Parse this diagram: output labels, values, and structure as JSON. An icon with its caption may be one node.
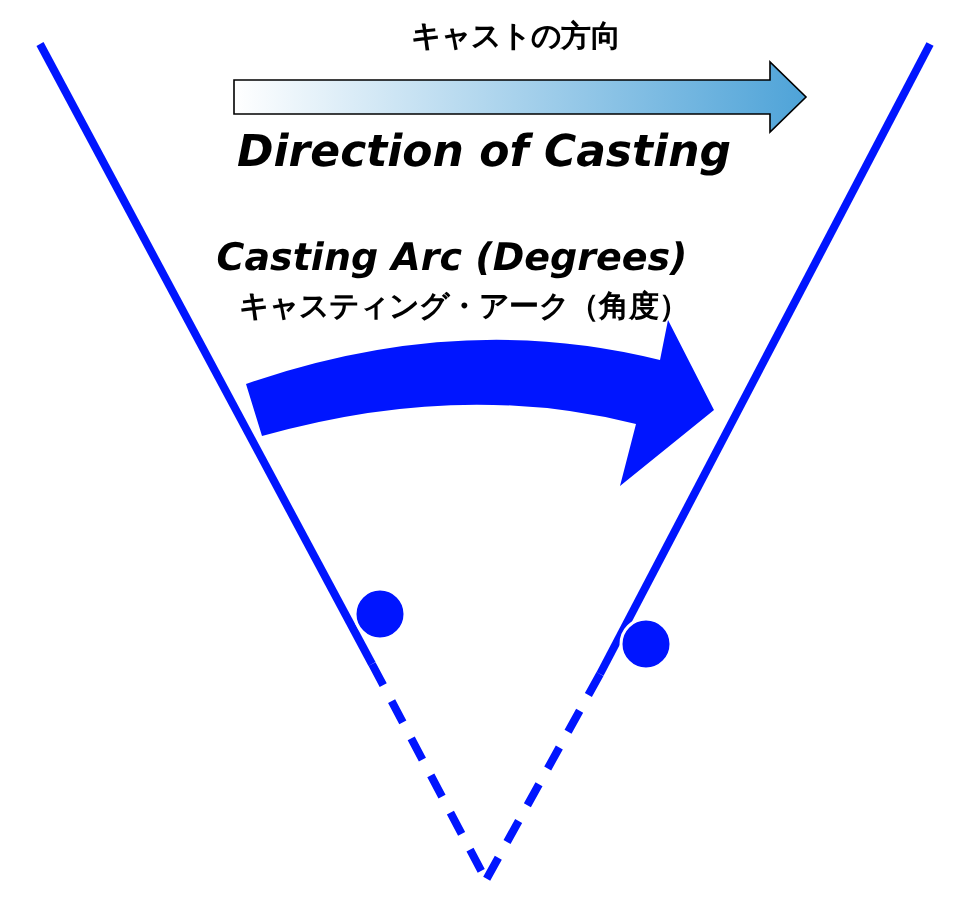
{
  "diagram": {
    "labels": [
      "キャストの方向",
      "Direction of Casting",
      "Casting Arc (Degrees)",
      "キャスティング・アーク（角度）"
    ]
  }
}
